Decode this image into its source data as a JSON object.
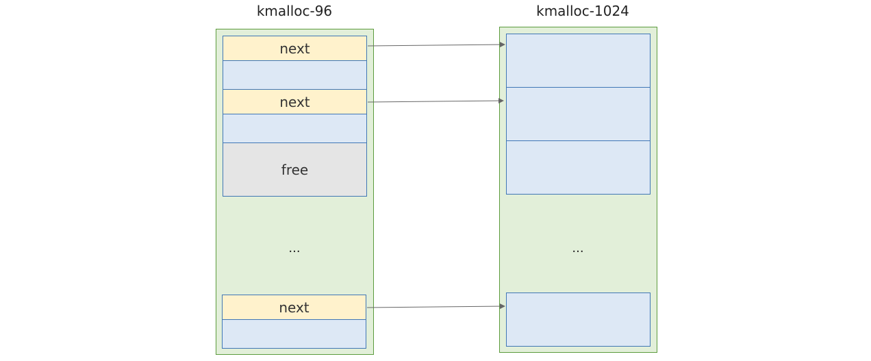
{
  "left_cache": {
    "title": "kmalloc-96",
    "slots": [
      {
        "kind": "next",
        "label": "next"
      },
      {
        "kind": "plain",
        "label": ""
      },
      {
        "kind": "next",
        "label": "next"
      },
      {
        "kind": "plain",
        "label": ""
      },
      {
        "kind": "free",
        "label": "free"
      }
    ],
    "ellipsis": "...",
    "tail_slots": [
      {
        "kind": "next",
        "label": "next"
      },
      {
        "kind": "plain",
        "label": ""
      }
    ]
  },
  "right_cache": {
    "title": "kmalloc-1024",
    "ellipsis": "..."
  },
  "colors": {
    "cache_fill": "#e2efd9",
    "cache_border": "#5b9b3c",
    "next_fill": "#fff2cc",
    "object_fill": "#dde8f5",
    "free_fill": "#e5e5e5",
    "object_border": "#3f76b5",
    "arrow": "#666666"
  }
}
